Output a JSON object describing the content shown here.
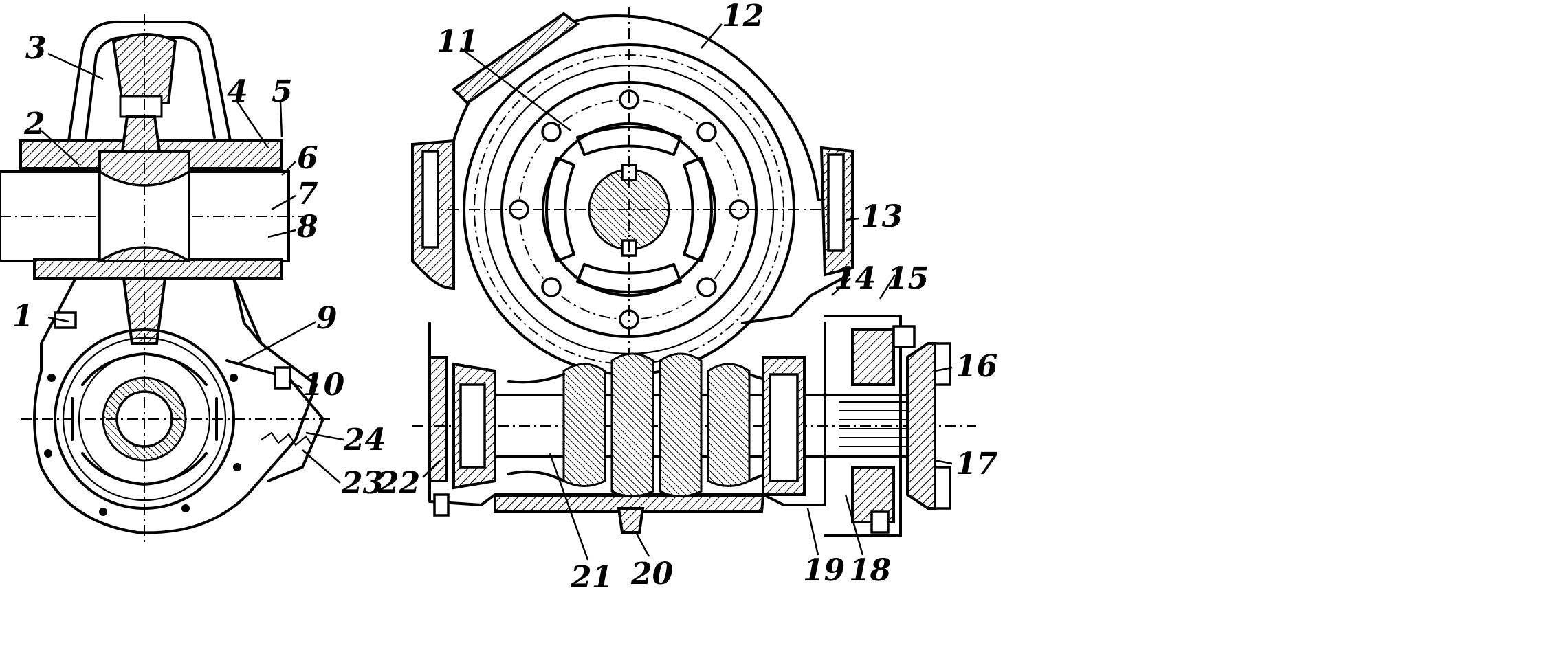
{
  "labels": [
    "1",
    "2",
    "3",
    "4",
    "5",
    "6",
    "7",
    "8",
    "9",
    "10",
    "11",
    "12",
    "13",
    "14",
    "15",
    "16",
    "17",
    "18",
    "19",
    "20",
    "21",
    "22",
    "23",
    "24"
  ]
}
